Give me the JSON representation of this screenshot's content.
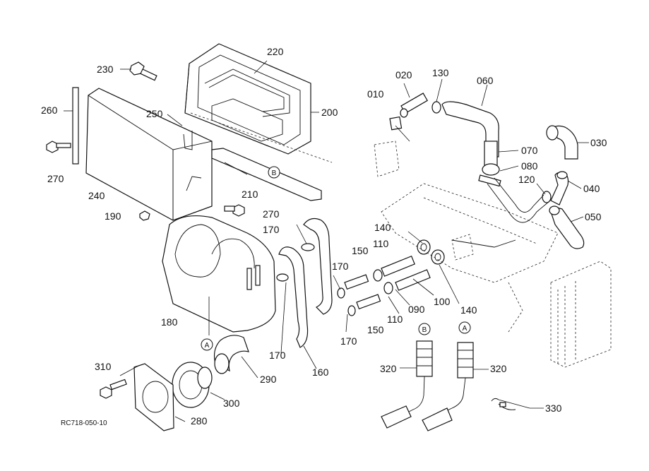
{
  "parts": {
    "p010": "010",
    "p020": "020",
    "p030": "030",
    "p040": "040",
    "p050": "050",
    "p060": "060",
    "p070": "070",
    "p080": "080",
    "p090": "090",
    "p100": "100",
    "p110a": "110",
    "p110b": "110",
    "p120": "120",
    "p130": "130",
    "p140a": "140",
    "p140b": "140",
    "p150a": "150",
    "p150b": "150",
    "p160": "160",
    "p170a": "170",
    "p170b": "170",
    "p170c": "170",
    "p170d": "170",
    "p180": "180",
    "p190": "190",
    "p200": "200",
    "p210": "210",
    "p220": "220",
    "p230": "230",
    "p240": "240",
    "p250": "250",
    "p260": "260",
    "p270a": "270",
    "p270b": "270",
    "p280": "280",
    "p290": "290",
    "p300": "300",
    "p310": "310",
    "p320a": "320",
    "p320b": "320",
    "p330": "330"
  },
  "callouts": {
    "a1": "A",
    "a2": "A",
    "b1": "B",
    "b2": "B"
  },
  "drawing_code": "RC718-050-10"
}
